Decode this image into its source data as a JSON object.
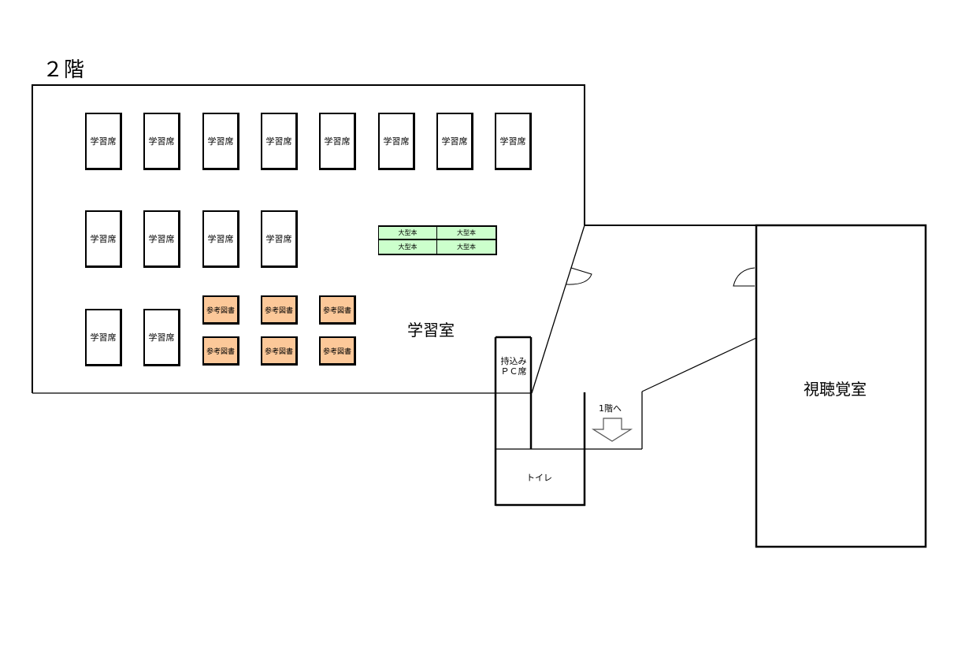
{
  "floor": {
    "title": "２階"
  },
  "rooms": {
    "study_room": "学習室",
    "av_room": "視聴覚室",
    "toilet": "トイレ",
    "stairs_down": "1階へ",
    "pc_seat_line1": "持込み",
    "pc_seat_line2": "ＰＣ席"
  },
  "seats": {
    "row1": [
      "学習席",
      "学習席",
      "学習席",
      "学習席",
      "学習席",
      "学習席",
      "学習席",
      "学習席"
    ],
    "row2": [
      "学習席",
      "学習席",
      "学習席",
      "学習席"
    ],
    "row3": [
      "学習席",
      "学習席"
    ]
  },
  "reference_shelves": {
    "top": [
      "参考図書",
      "参考図書",
      "参考図書"
    ],
    "bottom": [
      "参考図書",
      "参考図書",
      "参考図書"
    ]
  },
  "large_books": [
    "大型本",
    "大型本",
    "大型本",
    "大型本"
  ],
  "colors": {
    "reference_fill": "#fcc899",
    "large_book_fill": "#ccffcc",
    "wall": "#000000"
  }
}
